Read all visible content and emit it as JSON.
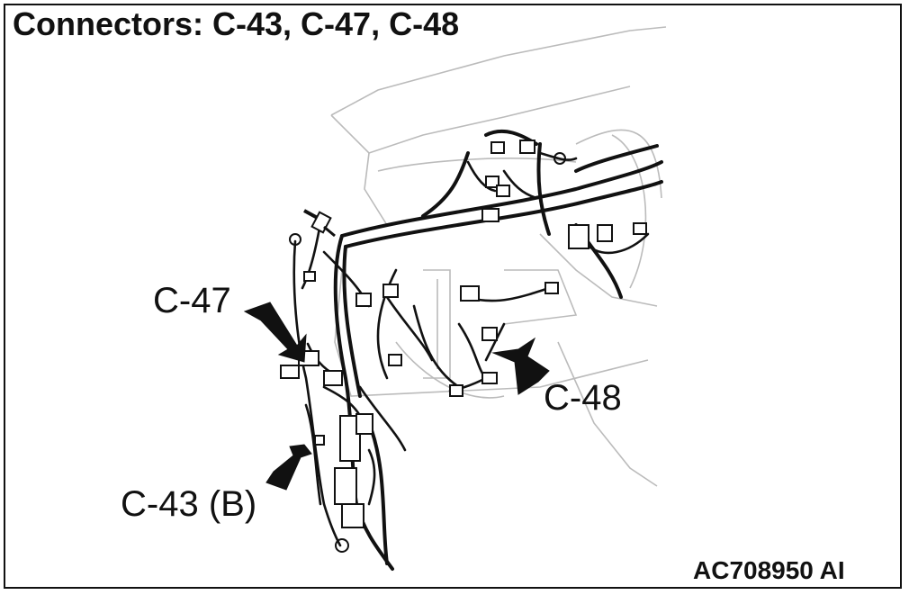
{
  "title": "Connectors: C-43, C-47, C-48",
  "callouts": {
    "c47": "C-47",
    "c48": "C-48",
    "c43": "C-43 (B)"
  },
  "figure_code": "AC708950 AI",
  "colors": {
    "ink": "#111111",
    "outline": "#bbbbbb",
    "background": "#ffffff"
  }
}
